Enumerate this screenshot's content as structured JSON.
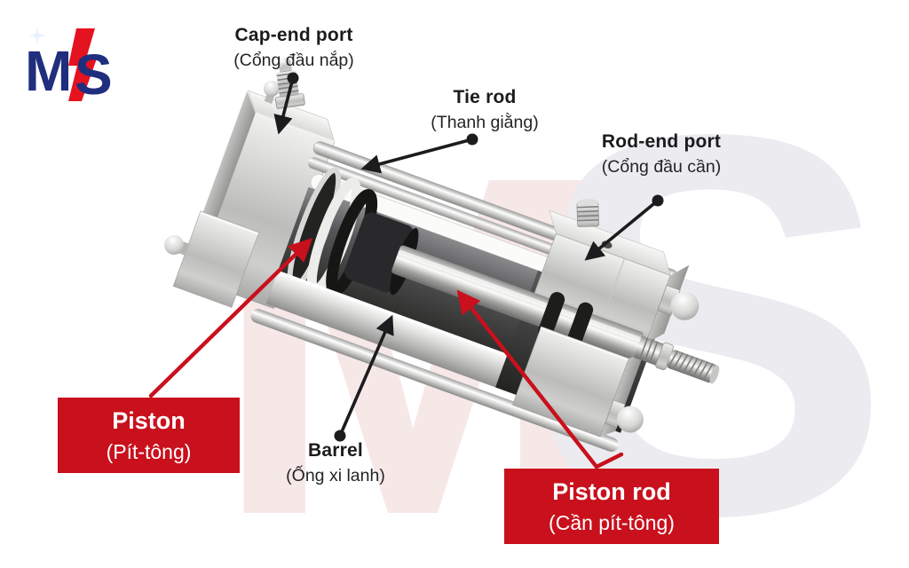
{
  "logo": {
    "m": "M",
    "s": "S"
  },
  "watermark": {
    "m": "M",
    "s": "S"
  },
  "labels": {
    "cap_end_port": {
      "en": "Cap-end port",
      "vi": "(Cổng đầu nắp)"
    },
    "tie_rod": {
      "en": "Tie rod",
      "vi": "(Thanh giằng)"
    },
    "rod_end_port": {
      "en": "Rod-end port",
      "vi": "(Cổng đầu cần)"
    },
    "barrel": {
      "en": "Barrel",
      "vi": "(Ống xi lanh)"
    },
    "piston": {
      "en": "Piston",
      "vi": "(Pít-tông)"
    },
    "piston_rod": {
      "en": "Piston rod",
      "vi": "(Cần pít-tông)"
    }
  },
  "colors": {
    "label_box_red": "#c9101d",
    "arrow_red": "#c9101d",
    "arrow_black": "#1c1c1e",
    "text_black": "#1b1b1d",
    "logo_navy": "#202e7e",
    "logo_red": "#e5131f",
    "watermark_pink": "#f7e8e8",
    "watermark_gray": "#ebebf0"
  }
}
